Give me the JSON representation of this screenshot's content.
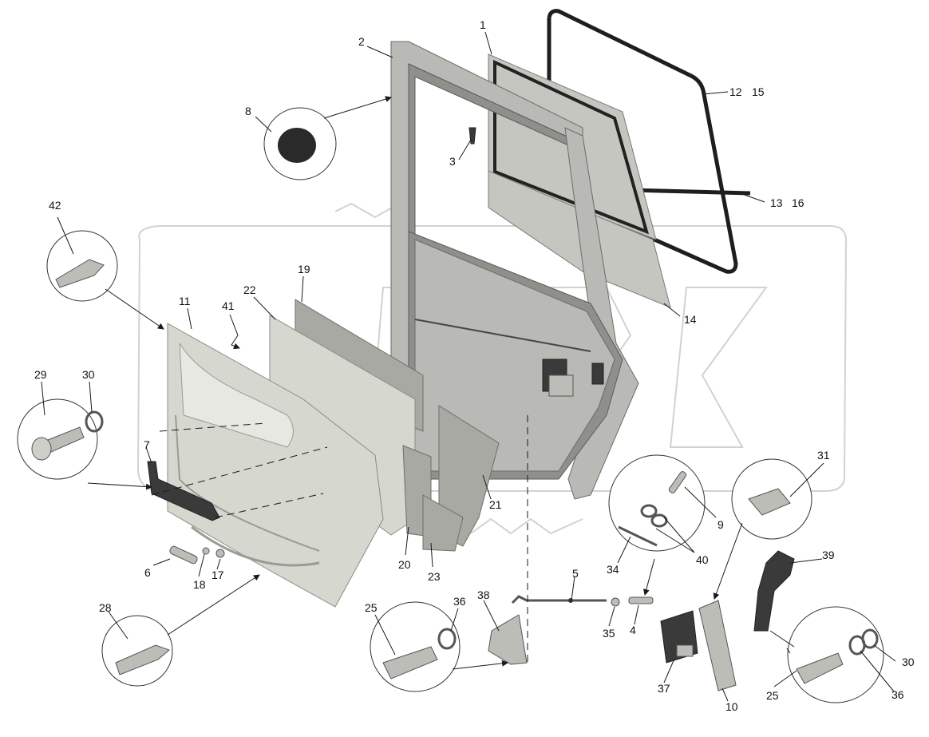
{
  "callouts": [
    "1",
    "2",
    "3",
    "4",
    "5",
    "6",
    "7",
    "8",
    "9",
    "10",
    "11",
    "12",
    "13",
    "14",
    "15",
    "16",
    "17",
    "18",
    "19",
    "20",
    "21",
    "22",
    "23",
    "25",
    "28",
    "29",
    "30",
    "31",
    "34",
    "35",
    "36",
    "37",
    "38",
    "39",
    "40",
    "41",
    "42"
  ],
  "labels": {
    "l1": "1",
    "l2": "2",
    "l3": "3",
    "l4": "4",
    "l5": "5",
    "l6": "6",
    "l7": "7",
    "l8": "8",
    "l9": "9",
    "l10": "10",
    "l11": "11",
    "l12": "12",
    "l13": "13",
    "l14": "14",
    "l15": "15",
    "l16": "16",
    "l17": "17",
    "l18": "18",
    "l19": "19",
    "l20": "20",
    "l21": "21",
    "l22": "22",
    "l23": "23",
    "l25a": "25",
    "l25b": "25",
    "l28": "28",
    "l29": "29",
    "l30a": "30",
    "l30b": "30",
    "l31": "31",
    "l34": "34",
    "l35": "35",
    "l36a": "36",
    "l36b": "36",
    "l37": "37",
    "l38": "38",
    "l39": "39",
    "l40": "40",
    "l41": "41",
    "l42": "42"
  },
  "colors": {
    "frame": "#b9b9b6",
    "panel": "#d6d7cf",
    "seal": "#1e1e1e",
    "watermark": "#d2d2d2"
  }
}
